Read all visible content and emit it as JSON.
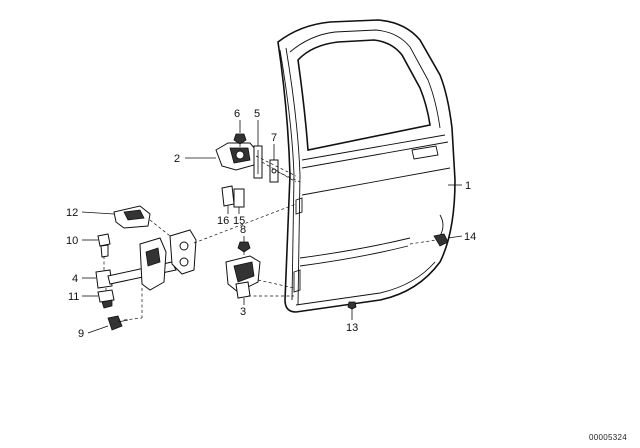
{
  "diagram": {
    "callouts": [
      {
        "id": "1",
        "text": "1"
      },
      {
        "id": "2",
        "text": "2"
      },
      {
        "id": "3",
        "text": "3"
      },
      {
        "id": "4",
        "text": "4"
      },
      {
        "id": "5",
        "text": "5"
      },
      {
        "id": "6",
        "text": "6"
      },
      {
        "id": "7",
        "text": "7"
      },
      {
        "id": "8",
        "text": "8"
      },
      {
        "id": "9",
        "text": "9"
      },
      {
        "id": "10",
        "text": "10"
      },
      {
        "id": "11",
        "text": "11"
      },
      {
        "id": "12",
        "text": "12"
      },
      {
        "id": "13",
        "text": "13"
      },
      {
        "id": "14",
        "text": "14"
      },
      {
        "id": "15",
        "text": "15"
      },
      {
        "id": "16",
        "text": "16"
      }
    ],
    "drawing_code": "00005324"
  }
}
